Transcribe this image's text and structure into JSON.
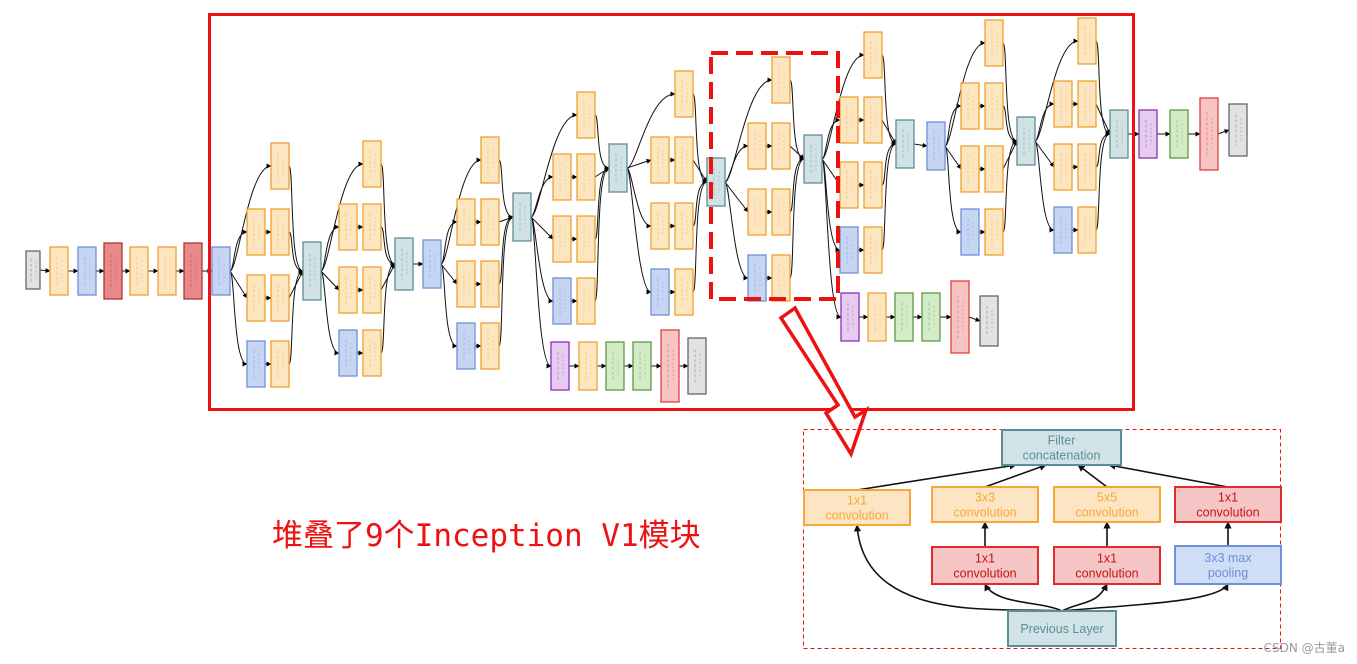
{
  "caption": "堆叠了9个Inception V1模块",
  "watermark": "CSDN @古董a",
  "colors": {
    "frame_red": "#ee1111",
    "caption_red": "#ee1111",
    "conv_fill": "#fce6c0",
    "conv_stroke": "#f0a030",
    "pool_fill": "#c6d6f2",
    "pool_stroke": "#6f8fd8",
    "concat_fill": "#d0e2e4",
    "concat_stroke": "#5d8c95",
    "lrn_fill": "#e88a8a",
    "lrn_stroke": "#b03434",
    "avg_fill": "#e6cdf0",
    "avg_stroke": "#8a2fb8",
    "fc_fill": "#d4ebc8",
    "fc_stroke": "#5b9a45",
    "softmax_act_fill": "#f7c4c4",
    "softmax_act_stroke": "#e04040",
    "softmax_fill": "#e2e2e2",
    "softmax_stroke": "#666666",
    "inset_conv_fill": "#fde5c4",
    "inset_conv_stroke": "#f7a738",
    "inset_conv_text": "#f7a738",
    "inset_red_fill": "#f6c6c6",
    "inset_red_stroke": "#e12b2b",
    "inset_red_text": "#c41616",
    "inset_pool_fill": "#cfddf6",
    "inset_pool_stroke": "#6e90d9",
    "inset_pool_text": "#6e90d9",
    "inset_teal_fill": "#d2e3e7",
    "inset_teal_stroke": "#5c8e98",
    "inset_teal_text": "#5c8e98"
  },
  "inception_module": {
    "filter_concat": [
      "Filter",
      "concatenation"
    ],
    "branch1": [
      "1x1",
      "convolution"
    ],
    "branch2_top": [
      "3x3",
      "convolution"
    ],
    "branch2_bottom": [
      "1x1",
      "convolution"
    ],
    "branch3_top": [
      "5x5",
      "convolution"
    ],
    "branch3_bottom": [
      "1x1",
      "convolution"
    ],
    "branch4_top": [
      "1x1",
      "convolution"
    ],
    "branch4_bottom": [
      "3x3 max",
      "pooling"
    ],
    "previous_layer": "Previous Layer"
  }
}
